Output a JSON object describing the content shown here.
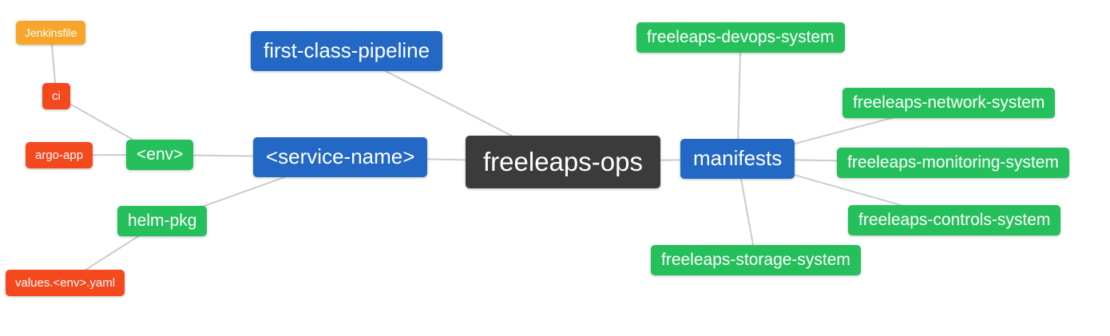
{
  "palette": {
    "blue": "#2368C4",
    "green": "#25BF5B",
    "red": "#F4481D",
    "orange": "#F8A62B",
    "dark": "#3B3B3B",
    "edge": "#CBCBCB",
    "text": "#FFFFFF",
    "background": "#FFFFFF"
  },
  "nodes": {
    "jenkinsfile": {
      "label": "Jenkinsfile"
    },
    "ci": {
      "label": "ci"
    },
    "argo_app": {
      "label": "argo-app"
    },
    "env": {
      "label": "<env>"
    },
    "helm_pkg": {
      "label": "helm-pkg"
    },
    "values_env_yaml": {
      "label": "values.<env>.yaml"
    },
    "first_class_pipeline": {
      "label": "first-class-pipeline"
    },
    "service_name": {
      "label": "<service-name>"
    },
    "freeleaps_ops": {
      "label": "freeleaps-ops"
    },
    "manifests": {
      "label": "manifests"
    },
    "devops_system": {
      "label": "freeleaps-devops-system"
    },
    "network_system": {
      "label": "freeleaps-network-system"
    },
    "monitoring_system": {
      "label": "freeleaps-monitoring-system"
    },
    "controls_system": {
      "label": "freeleaps-controls-system"
    },
    "storage_system": {
      "label": "freeleaps-storage-system"
    }
  },
  "edges": [
    [
      "jenkinsfile",
      "ci"
    ],
    [
      "ci",
      "env"
    ],
    [
      "argo_app",
      "env"
    ],
    [
      "env",
      "service_name"
    ],
    [
      "helm_pkg",
      "service_name"
    ],
    [
      "values_env_yaml",
      "helm_pkg"
    ],
    [
      "first_class_pipeline",
      "freeleaps_ops"
    ],
    [
      "service_name",
      "freeleaps_ops"
    ],
    [
      "freeleaps_ops",
      "manifests"
    ],
    [
      "manifests",
      "devops_system"
    ],
    [
      "manifests",
      "network_system"
    ],
    [
      "manifests",
      "monitoring_system"
    ],
    [
      "manifests",
      "controls_system"
    ],
    [
      "manifests",
      "storage_system"
    ]
  ]
}
